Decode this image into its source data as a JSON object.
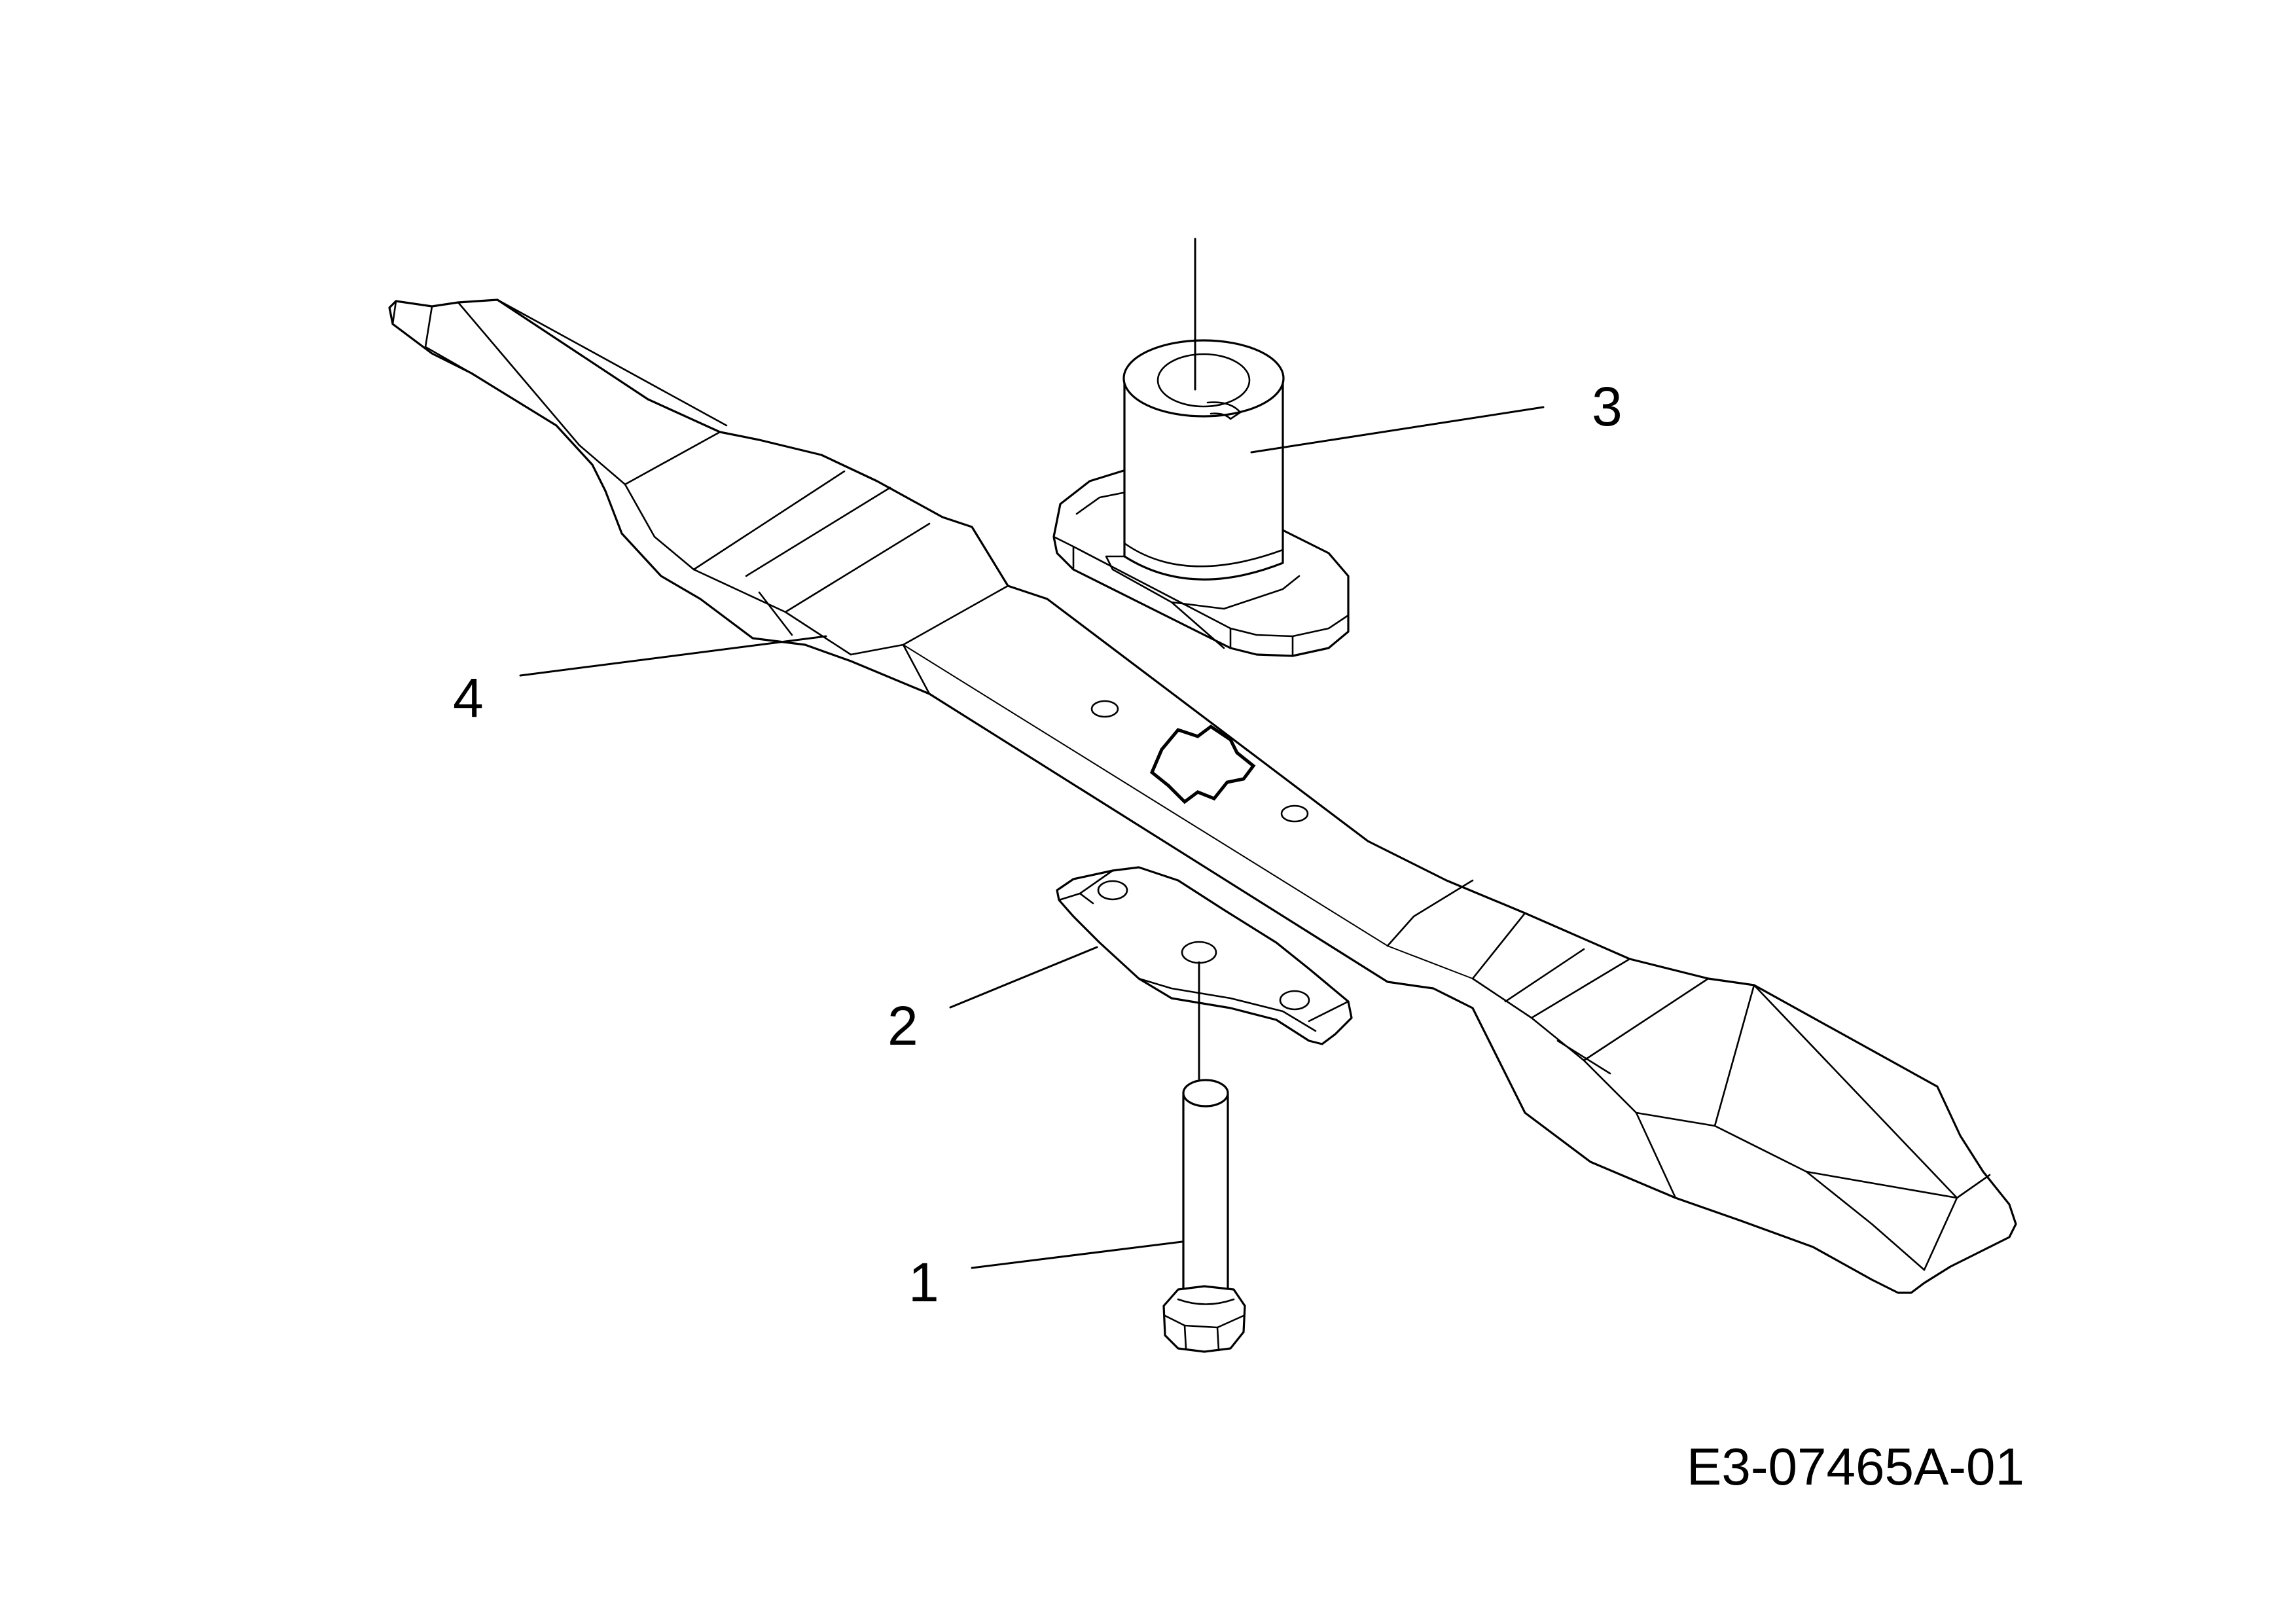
{
  "callouts": [
    {
      "label": "1"
    },
    {
      "label": "2"
    },
    {
      "label": "3"
    },
    {
      "label": "4"
    }
  ],
  "drawing_number": "E3-07465A-01",
  "colors": {
    "line": "#000000",
    "background": "#ffffff"
  }
}
